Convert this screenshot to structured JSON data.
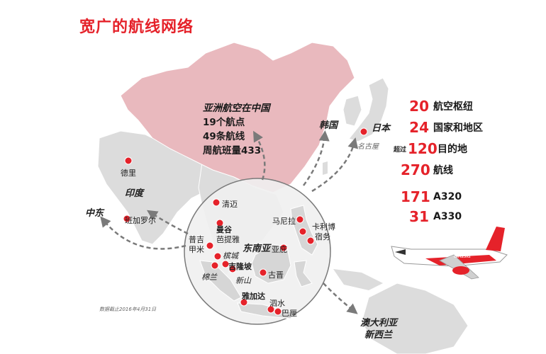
{
  "title": "宽广的航线网络",
  "china": {
    "line1": "亚洲航空在中国",
    "line2": "19个航点",
    "line3": "49条航线",
    "line4": "周航班量433"
  },
  "regions": {
    "india": "印度",
    "middle_east": "中东",
    "sea": "东南亚",
    "korea": "韩国",
    "japan": "日本",
    "aus_line1": "澳大利亚",
    "aus_line2": "新西兰"
  },
  "cities": {
    "delhi": "德里",
    "bangalore": "班加罗尔",
    "chiang_mai": "清迈",
    "phuket_line1": "普吉",
    "phuket_line2": "甲米",
    "bangkok": "曼谷",
    "pattaya": "芭提雅",
    "penang": "槟城",
    "medan": "棉兰",
    "kuala_lumpur": "吉隆坡",
    "singapore": "新山",
    "manila": "马尼拉",
    "kalibo_line1": "卡利博",
    "kalibo_line2": "宿务",
    "cebu": "亚庇",
    "kuching": "古晋",
    "jakarta": "雅加达",
    "surabaya": "泗水",
    "bali": "巴厘",
    "nagoya": "名古屋"
  },
  "stats": [
    {
      "pre": "",
      "num": "20",
      "label": "航空枢纽"
    },
    {
      "pre": "",
      "num": "24",
      "label": "国家和地区"
    },
    {
      "pre": "超过",
      "num": "120",
      "label": "目的地"
    },
    {
      "pre": "",
      "num": "270",
      "label": "航线"
    },
    {
      "pre": "",
      "num": "171",
      "label": "A320"
    },
    {
      "pre": "",
      "num": "31",
      "label": "A330"
    }
  ],
  "aircraft_livery": "airasia",
  "note": "数据截止2016年4月31日",
  "colors": {
    "accent": "#e5222a",
    "china_fill": "#e9b9be",
    "land": "#dcdcdc",
    "circle": "#efefef"
  }
}
